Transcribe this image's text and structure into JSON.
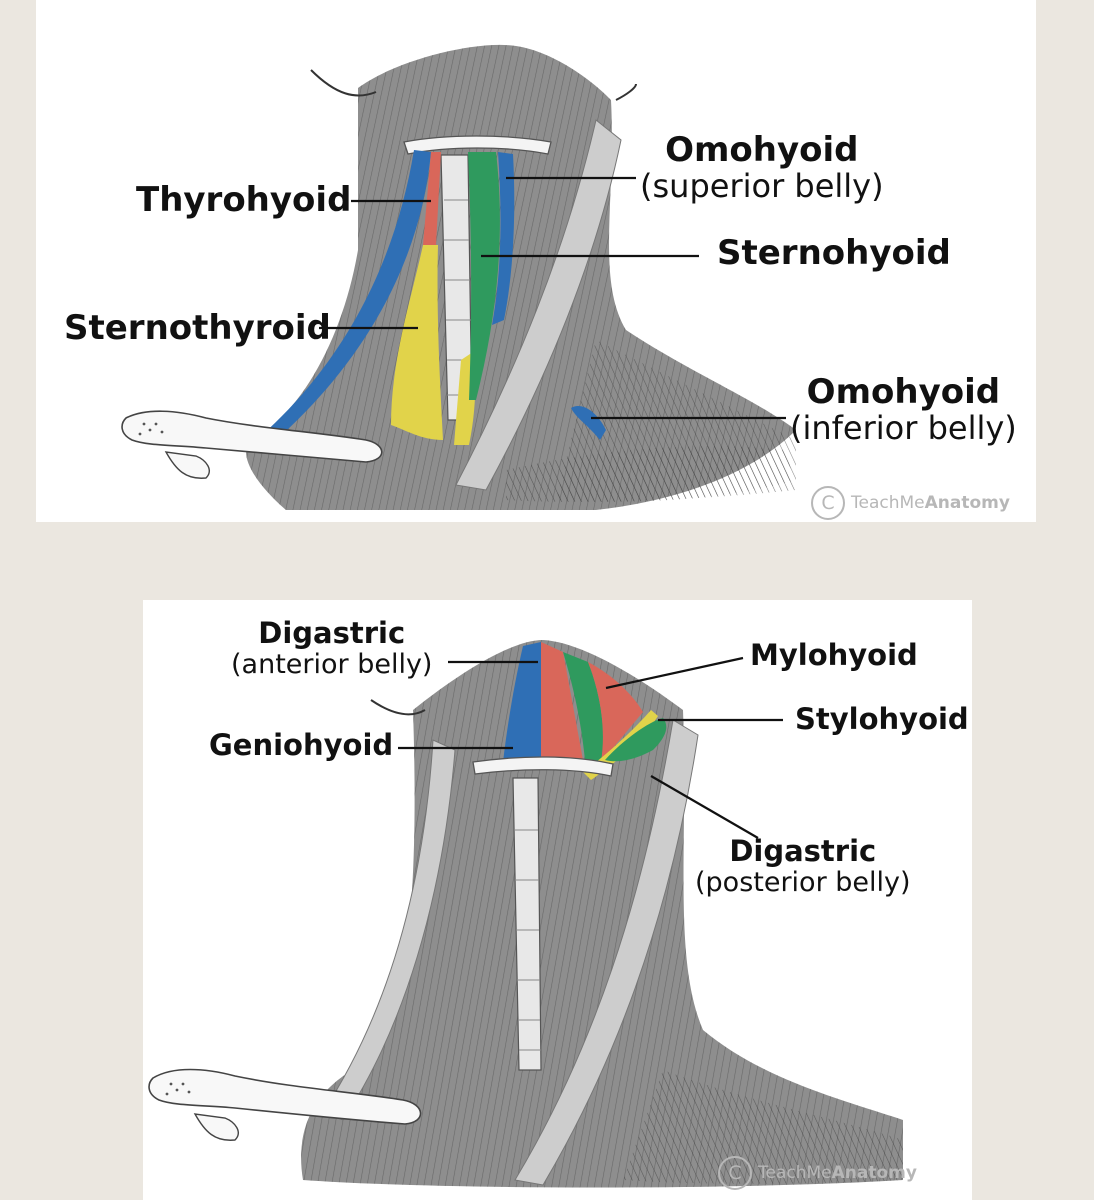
{
  "top_figure": {
    "labels": {
      "thyrohyoid": "Thyrohyoid",
      "sternothyroid": "Sternothyroid",
      "omohyoid_sup": {
        "title": "Omohyoid",
        "sub": "(superior belly)"
      },
      "sternohyoid": "Sternohyoid",
      "omohyoid_inf": {
        "title": "Omohyoid",
        "sub": "(inferior belly)"
      }
    },
    "watermark": {
      "symbol": "C",
      "light": "TeachMe",
      "bold": "Anatomy"
    }
  },
  "bottom_figure": {
    "labels": {
      "digastric_ant": {
        "title": "Digastric",
        "sub": "(anterior belly)"
      },
      "mylohyoid": "Mylohyoid",
      "stylohyoid": "Stylohyoid",
      "geniohyoid": "Geniohyoid",
      "digastric_post": {
        "title": "Digastric",
        "sub": "(posterior belly)"
      }
    },
    "watermark": {
      "symbol": "C",
      "light": "TeachMe",
      "bold": "Anatomy"
    }
  },
  "colors": {
    "blue": "#2f6fb5",
    "green": "#2f9a5e",
    "red": "#d9675a",
    "yellow": "#e1d34a",
    "tissue": "#8c8c8c",
    "tissue_light": "#cfcfcf"
  }
}
